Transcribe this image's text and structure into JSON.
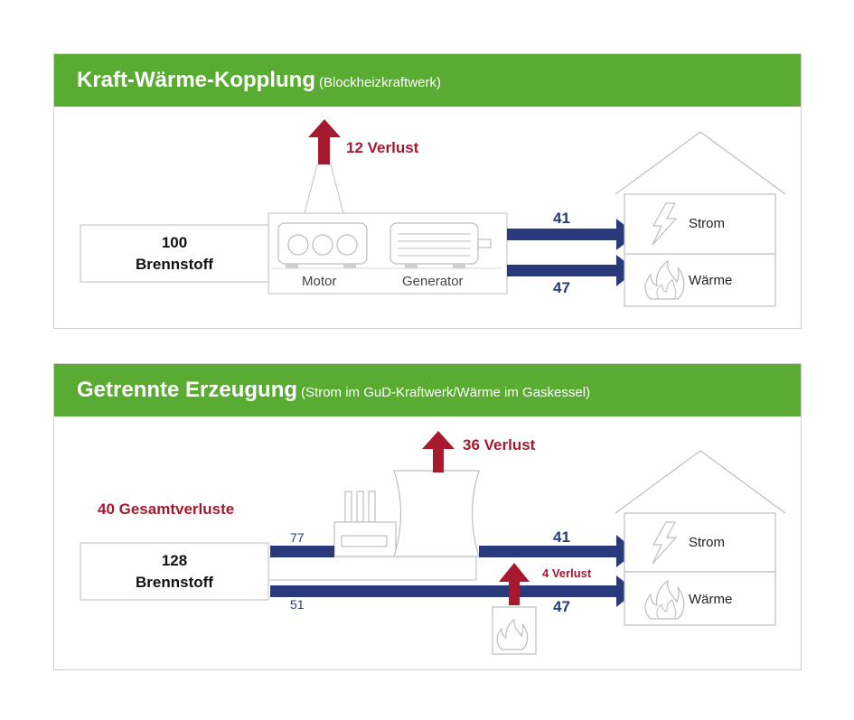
{
  "panel1": {
    "title": "Kraft-Wärme-Kopplung",
    "subtitle": "(Blockheizkraftwerk)",
    "fuel_value": "100",
    "fuel_label": "Brennstoff",
    "loss": "12 Verlust",
    "motor": "Motor",
    "generator": "Generator",
    "strom_value": "41",
    "waerme_value": "47",
    "strom_label": "Strom",
    "waerme_label": "Wärme"
  },
  "panel2": {
    "title": "Getrennte Erzeugung",
    "subtitle": "(Strom im GuD-Kraftwerk/Wärme im Gaskessel)",
    "total_loss": "40 Gesamtverluste",
    "fuel_value": "128",
    "fuel_label": "Brennstoff",
    "loss_plant": "36 Verlust",
    "loss_boiler": "4 Verlust",
    "input_strom": "77",
    "input_waerme": "51",
    "strom_value": "41",
    "waerme_value": "47",
    "strom_label": "Strom",
    "waerme_label": "Wärme"
  },
  "colors": {
    "green": "#5aab32",
    "red": "#a6192e",
    "blue": "#283a7c",
    "line": "#bdbdbd"
  }
}
